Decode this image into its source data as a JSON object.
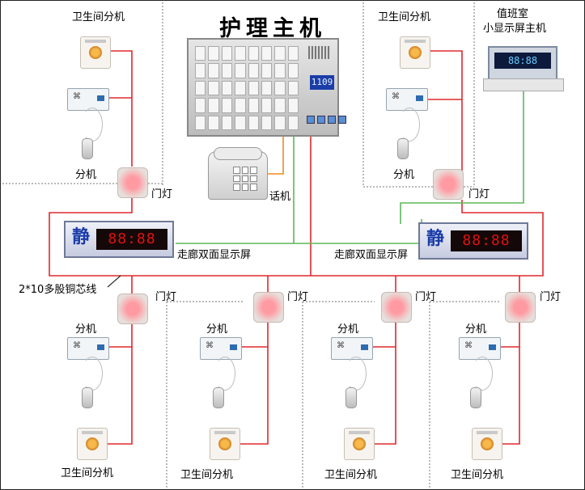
{
  "title": "护理主机",
  "labels": {
    "wc_top_left": "卫生间分机",
    "wc_top_right": "卫生间分机",
    "duty_line1": "值班室",
    "duty_line2": "小显示屏主机",
    "ext_top_left": "分机",
    "ext_top_right": "分机",
    "phone": "话机",
    "door_top_left": "门灯",
    "door_top_right": "门灯",
    "corridor_left": "走廊双面显示屏",
    "corridor_right": "走廊双面显示屏",
    "cable": "2*10多股铜芯线",
    "door_row": [
      "门灯",
      "门灯",
      "门灯",
      "门灯"
    ],
    "ext_row": [
      "分机",
      "分机",
      "分机",
      "分机"
    ],
    "wc_row": [
      "卫生间分机",
      "卫生间分机",
      "卫生间分机",
      "卫生间分机"
    ]
  },
  "devices": {
    "host_lcd": "1109",
    "corridor_quiet_char": "静",
    "corridor_digits": "88:88",
    "mini_digits": "88:88"
  },
  "colors": {
    "signal_wire": "#e0282d",
    "phone_wire": "#f08a24",
    "display_wire": "#5cb85c",
    "zone_border": "#777777"
  }
}
